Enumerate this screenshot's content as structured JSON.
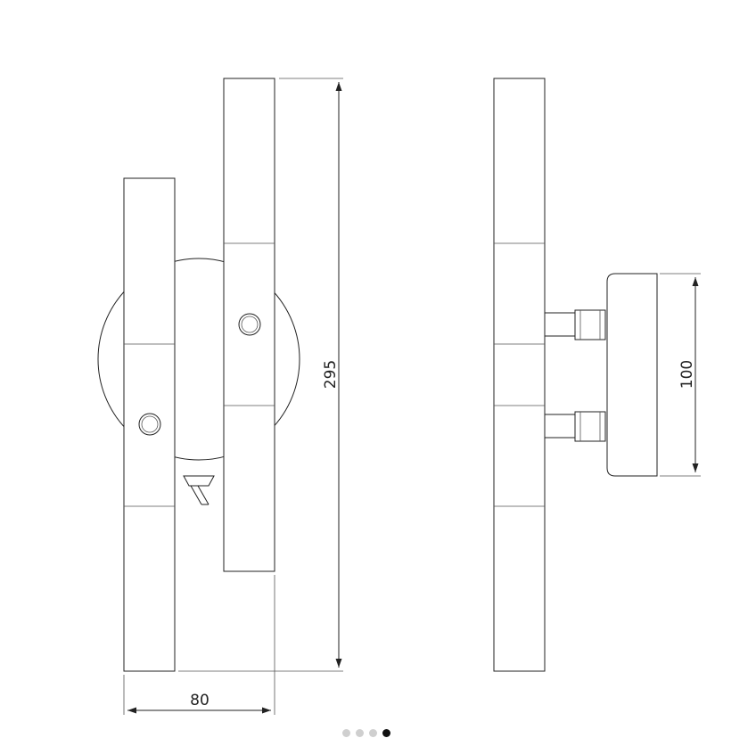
{
  "dimensions": {
    "height_label": "295",
    "width_label": "80",
    "depth_label": "100"
  },
  "carousel": {
    "slide_count": 4,
    "active_index": 3
  },
  "colors": {
    "line": "#222222",
    "dot_inactive": "#cfcfcf",
    "dot_active": "#111111"
  }
}
